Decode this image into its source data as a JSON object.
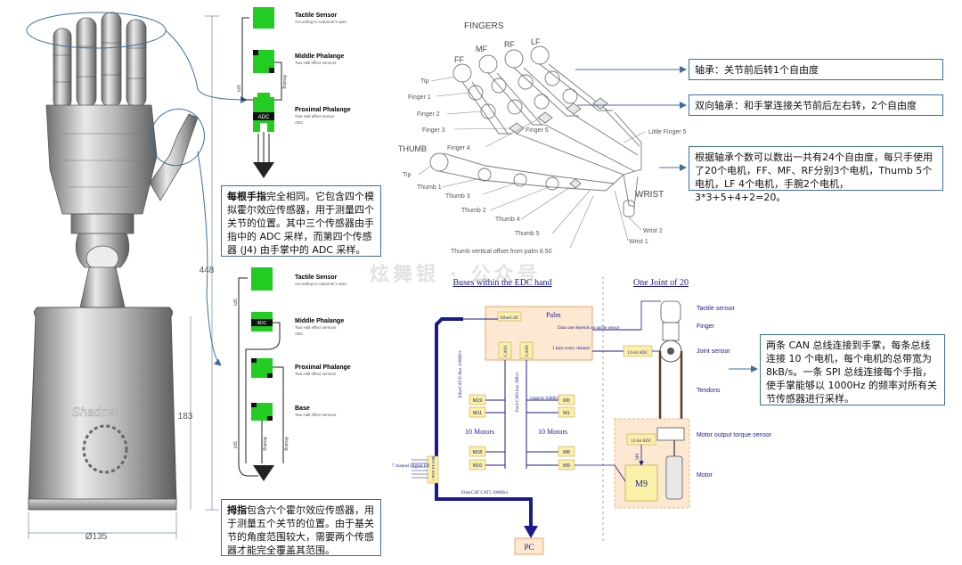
{
  "colors": {
    "accent_blue": "#3c6fa0",
    "bus_blue": "#1a1a8c",
    "sensor_green": "#22cc22",
    "pcb_fill": "#fde9d2",
    "pcb_border": "#e8a66a",
    "motor_yellow": "#f9f1a8"
  },
  "hand": {
    "logo": "Shadow",
    "dim_height_total": "448",
    "dim_height_base": "183",
    "dim_diameter": "Ø135"
  },
  "finger_diagram_1": {
    "tactile_title": "Tactile Sensor",
    "tactile_sub": "According to customer's spec",
    "middle_title": "Middle Phalange",
    "middle_sub": "Two Hall effect sensors",
    "proximal_title": "Proximal Phalange",
    "proximal_sub1": "One Hall effect sensor",
    "proximal_sub2": "ADC",
    "adc_label": "ADC"
  },
  "finger_diagram_2": {
    "tactile_title": "Tactile Sensor",
    "tactile_sub": "According to customer's spec",
    "middle_title": "Middle Phalange",
    "middle_sub1": "Two Hall effect sensors",
    "middle_sub2": "ADC",
    "proximal_title": "Proximal Phalange",
    "proximal_sub": "Two Hall effect sensors",
    "base_title": "Base",
    "base_sub": "Two Hall effect sensors",
    "adc_label": "ADC",
    "analog1": "Analog",
    "analog2": "Analog"
  },
  "finger_note": {
    "bold": "每根手指",
    "text": "完全相同。它包含四个模拟霍尔效应传感器，用于测量四个关节的位置。其中三个传感器由手指中的 ADC 采样，而第四个传感器 (J4) 由手掌中的 ADC 采样。"
  },
  "thumb_note": {
    "bold": "拇指",
    "text": "包含六个霍尔效应传感器，用于测量五个关节的位置。由于基关节的角度范围较大，需要两个传感器才能完全覆盖其范围。"
  },
  "kinematics": {
    "fingers_title": "FINGERS",
    "ff": "FF",
    "mf": "MF",
    "rf": "RF",
    "lf": "LF",
    "tip": "Tip",
    "finger1": "Finger 1",
    "finger2": "Finger 2",
    "finger3": "Finger 3",
    "finger4": "Finger 4",
    "finger5": "Finger 5",
    "little_finger5": "Little Finger 5",
    "thumb_title": "THUMB",
    "thumb_tip": "Tip",
    "thumb1": "Thumb 1",
    "thumb2": "Thumb 2",
    "thumb3": "Thumb 3",
    "thumb4": "Thumb 4",
    "thumb5": "Thumb 5",
    "wrist_title": "WRIST",
    "wrist1": "Wrist 1",
    "wrist2": "Wrist 2",
    "thumb_offset": "Thumb vertical offset from palm 8.50"
  },
  "notes_right": {
    "bearing": "轴承：关节前后转1个自由度",
    "bidirectional": "双向轴承：和手掌连接关节前后左右转，2个自由度",
    "dof": "根据轴承个数可以数出一共有24个自由度，每只手使用了20个电机，FF、MF、RF分别3个电机，Thumb 5个电机，LF 4个电机，手腕2个电机，3*3+5+4+2=20。",
    "can": "两条 CAN 总线连接到手掌，每条总线连接 10 个电机，每个电机的总带宽为 8kB/s。一条 SPI 总线连接每个手指，使手掌能够以 1000Hz 的频率对所有关节传感器进行采样。"
  },
  "watermark": "炫舞银 · 公众号",
  "bus_diagram": {
    "title_left": "Buses within the EDC hand",
    "title_right": "One Joint of 20",
    "palm": "Palm",
    "ethercat": "EtherCAT",
    "can1": "CAN1",
    "can0": "CAN0",
    "data_rate": "Data rate depends on tactile sensor",
    "khz_channel": "1 kspc every channel",
    "khz_adc": "12-bit ADC",
    "motors_left": "10 Motors",
    "motors_right": "10 Motors",
    "m19": "M19",
    "m11": "M11",
    "m18": "M18",
    "m10": "M10",
    "m0": "M0",
    "m1": "M1",
    "m8": "M8",
    "m9": "M9",
    "capacity": "capacity 64kB/s",
    "each_can": "Each CAN bus 1Mb/s",
    "ethercat_bus": "EtherCAT E-Bus 100Mb/s",
    "ethercat_cat5": "EtherCAT CAT5 100Mb/s",
    "digital_io": "7 channel Digital I/O",
    "phy_chip": "+ PHY ET1200",
    "pc": "PC",
    "tactile_sensor": "Tactile sensor",
    "finger": "Finger",
    "joint_sensor": "Joint sensor",
    "tendons": "Tendons",
    "motor_output": "Motor output torque sensor",
    "motor": "Motor",
    "adc_joint": "12-bit ADC",
    "adc_torque": "12-bit ADC",
    "m9_big": "M9",
    "spi_label": "SPI"
  }
}
